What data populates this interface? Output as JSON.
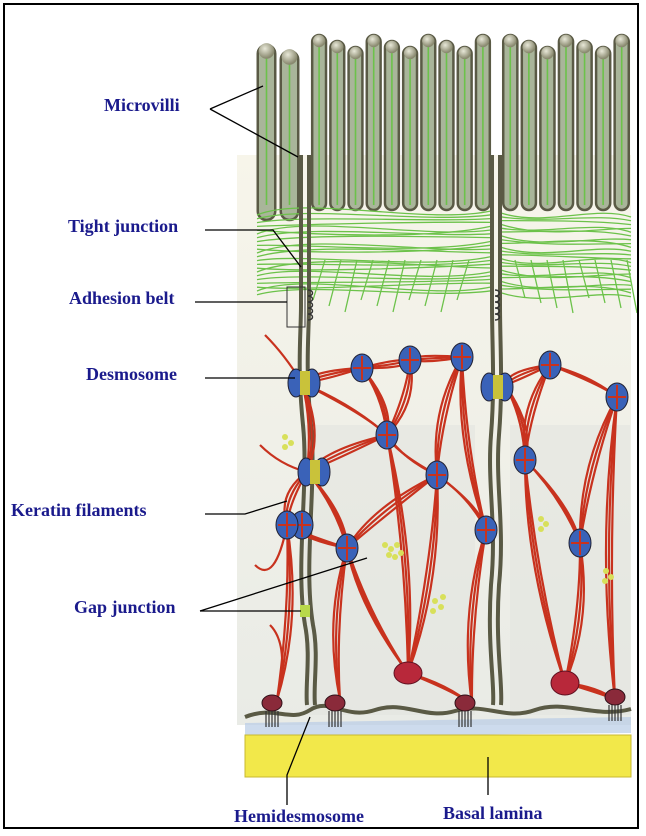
{
  "labels": {
    "microvilli": "Microvilli",
    "tight_junction": "Tight junction",
    "adhesion_belt": "Adhesion belt",
    "desmosome": "Desmosome",
    "keratin_filaments": "Keratin filaments",
    "gap_junction": "Gap junction",
    "hemidesmosome": "Hemidesmosome",
    "basal_lamina": "Basal lamina"
  },
  "colors": {
    "label_text": "#1a1a8c",
    "membrane": "#5a5a45",
    "microvillus_fill": "#a9b59a",
    "actin_green": "#6cc24a",
    "keratin_red": "#c8321e",
    "desmosome_blue": "#3a62b8",
    "desmosome_yellow": "#c9c23a",
    "basal_lamina": "#f2e84a",
    "cytoplasm": "#f4f2e8",
    "hemidesmosome": "#8a2a3a"
  },
  "icons": {
    "desmosome": "desmosome-plaque-icon",
    "hemidesmosome": "hemidesmosome-icon",
    "gap_junction": "gap-junction-icon"
  }
}
